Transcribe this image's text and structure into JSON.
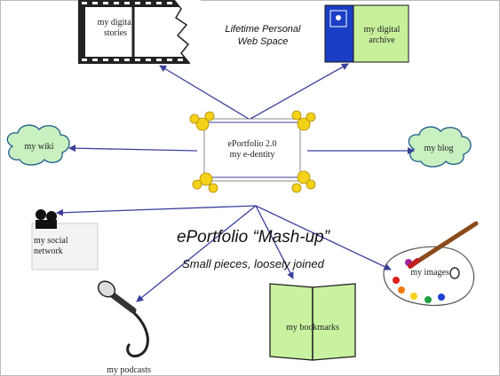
{
  "caption": {
    "lifetime_line1": "Lifetime Personal",
    "lifetime_line2": "Web Space",
    "mashup_title": "ePortfolio “Mash-up”",
    "mashup_subtitle": "Small pieces, loosely joined"
  },
  "center": {
    "line1": "ePortfolio 2.0",
    "line2": "my e-dentity"
  },
  "nodes": {
    "digital_stories": {
      "line1": "my digital",
      "line2": "stories"
    },
    "digital_archive": {
      "line1": "my digital",
      "line2": "archive"
    },
    "wiki": "my wiki",
    "blog": "my blog",
    "social_network": {
      "line1": "my social",
      "line2": "network"
    },
    "images": "my images",
    "bookmarks": "my bookmarks",
    "podcasts": "my podcasts"
  },
  "colors": {
    "arrow": "#3b3f9a",
    "cloud_fill": "#c8f0c0",
    "cloud_stroke": "#1a5a8a",
    "archive_blue": "#1a3fc4",
    "archive_green": "#c6f09a",
    "book_fill": "#c8f2a0",
    "flower_yellow": "#f4d21a"
  }
}
